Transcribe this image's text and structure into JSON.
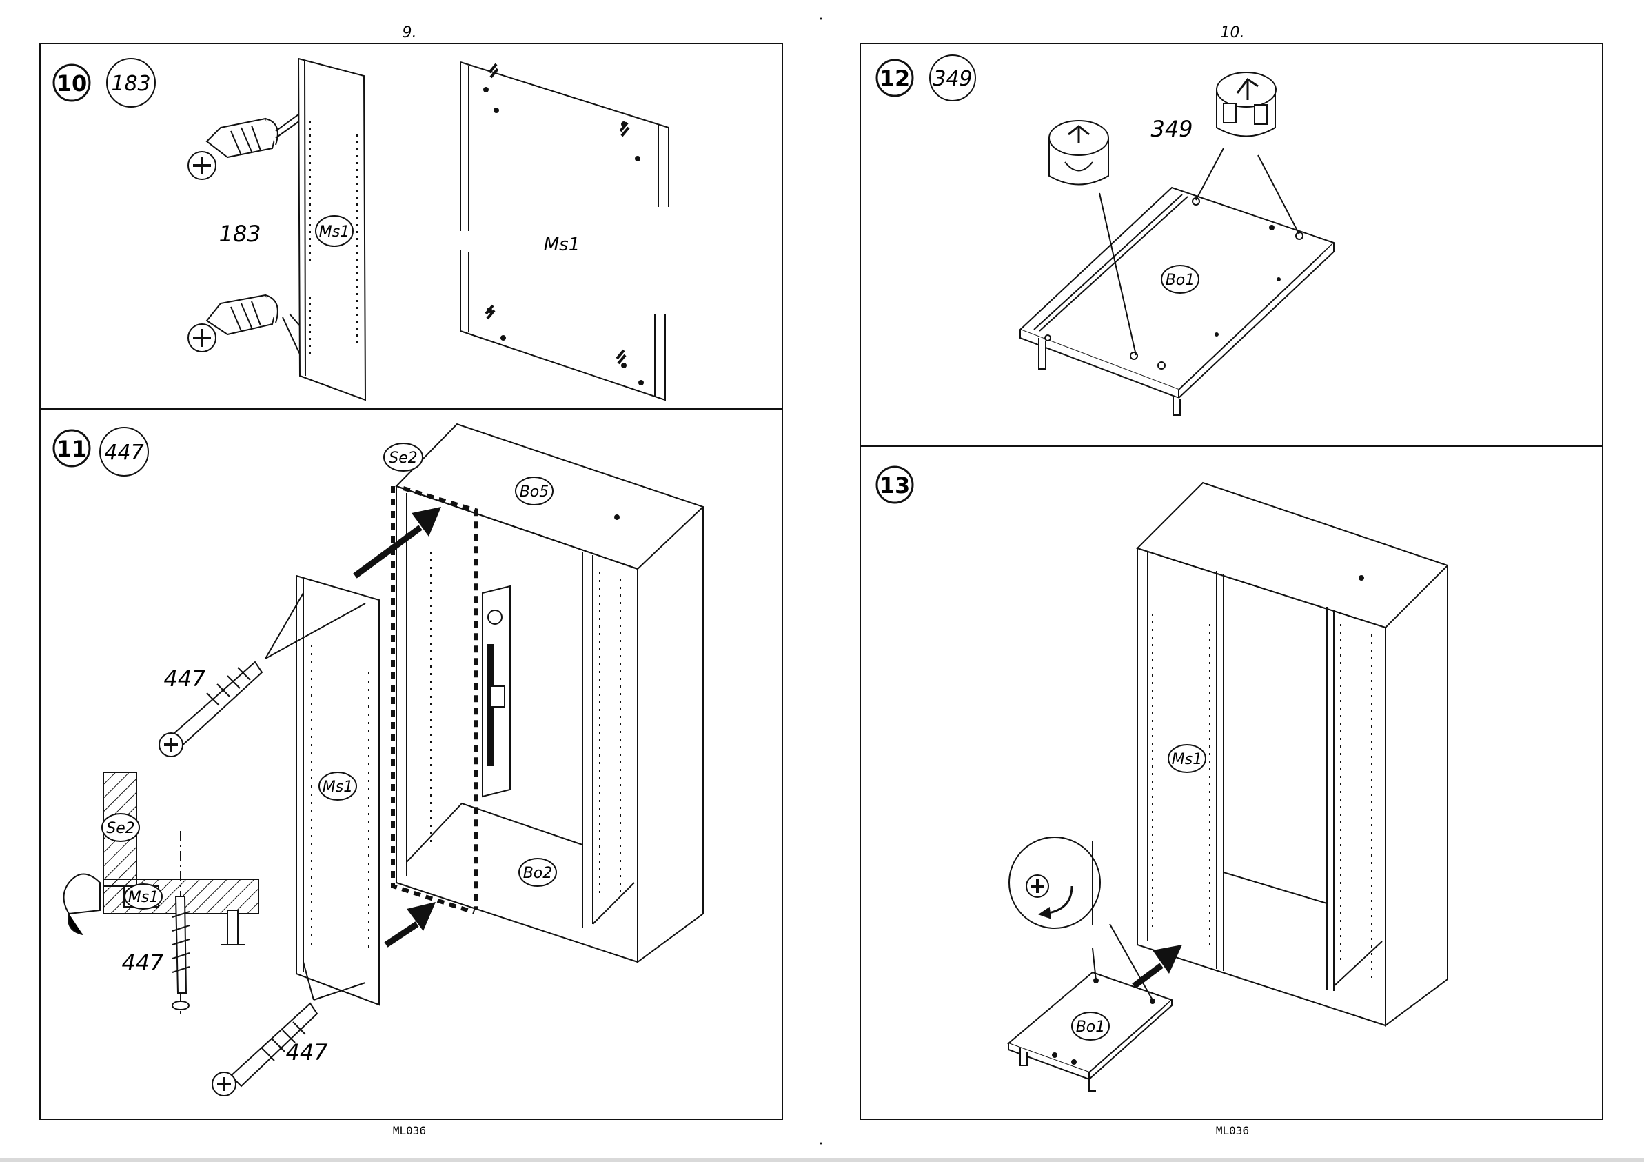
{
  "pages": [
    {
      "page_number": "9.",
      "footer_code": "ML036",
      "steps": [
        {
          "step": "10",
          "qty": "183",
          "labels": [
            "183",
            "Ms1",
            "Ms1"
          ]
        },
        {
          "step": "11",
          "qty": "447",
          "labels": [
            "Se2",
            "Bo5",
            "447",
            "Ms1",
            "Se2",
            "Ms1",
            "Bo2",
            "447",
            "447"
          ]
        }
      ]
    },
    {
      "page_number": "10.",
      "footer_code": "ML036",
      "steps": [
        {
          "step": "12",
          "qty": "349",
          "labels": [
            "349",
            "Bo1"
          ]
        },
        {
          "step": "13",
          "qty": "",
          "labels": [
            "Ms1",
            "Bo1"
          ]
        }
      ]
    }
  ],
  "colors": {
    "line": "#111111",
    "background": "#ffffff",
    "fill_dark": "#111111"
  }
}
